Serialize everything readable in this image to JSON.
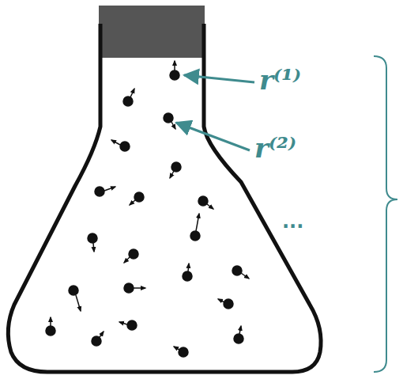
{
  "diagram": {
    "labels": [
      "r⁽¹⁾",
      "r⁽²⁾",
      "..."
    ]
  }
}
